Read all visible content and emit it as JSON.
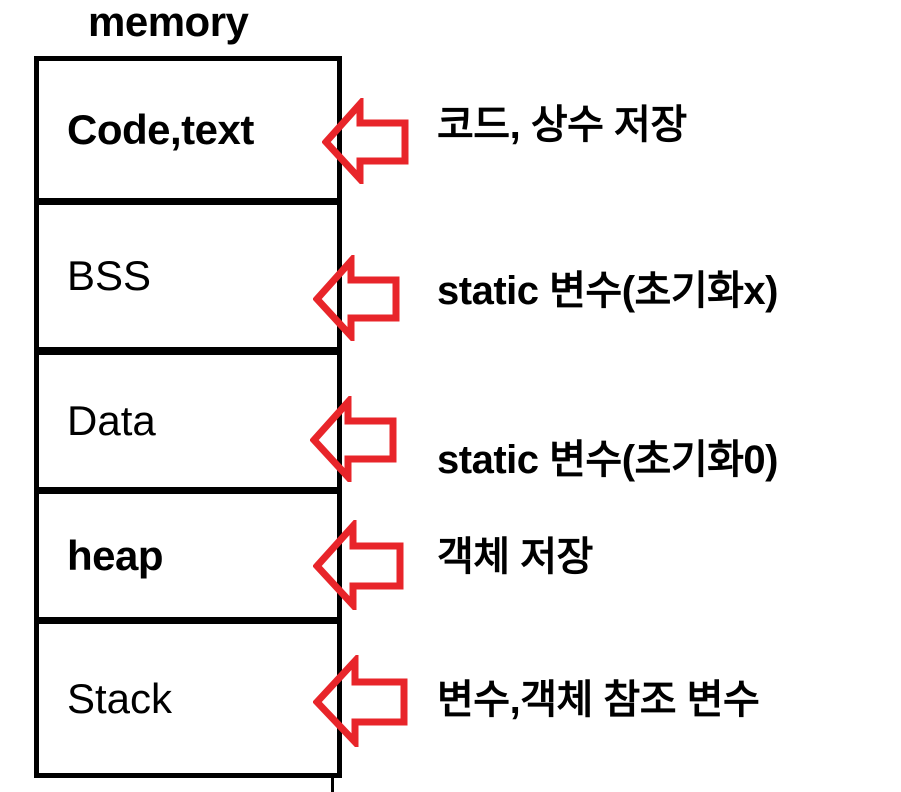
{
  "diagram": {
    "title": "memory",
    "accent_color": "#e8252a",
    "line_color": "#000000",
    "background": "#ffffff",
    "segments": [
      {
        "label": "Code,text",
        "bold": true,
        "annotation": "코드, 상수 저장"
      },
      {
        "label": "BSS",
        "bold": false,
        "annotation": "static 변수(초기화x)"
      },
      {
        "label": "Data",
        "bold": false,
        "annotation": "static 변수(초기화0)"
      },
      {
        "label": "heap",
        "bold": true,
        "annotation": "객체 저장"
      },
      {
        "label": "Stack",
        "bold": false,
        "annotation": "변수,객체 참조 변수"
      }
    ]
  }
}
